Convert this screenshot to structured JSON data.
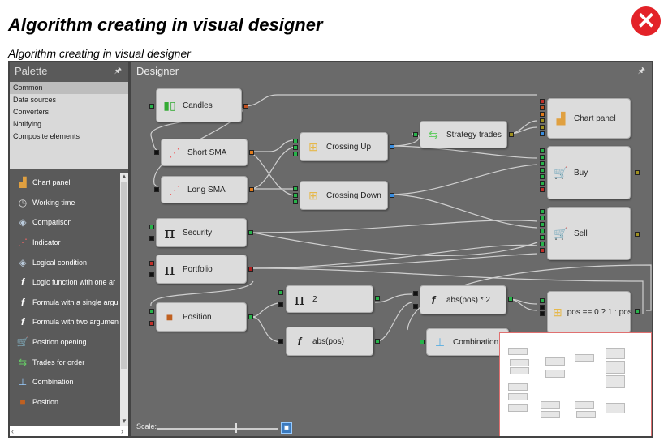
{
  "modal": {
    "title": "Algorithm creating in visual designer",
    "subtitle": "Algorithm creating in visual designer",
    "close_symbol": "✕"
  },
  "palette": {
    "title": "Palette",
    "pin_symbol": "🖈",
    "categories": [
      "Common",
      "Data sources",
      "Converters",
      "Notifying",
      "Composite elements"
    ],
    "items": [
      {
        "label": "Chart panel",
        "icon": "chart-panel-icon"
      },
      {
        "label": "Working time",
        "icon": "clock-icon"
      },
      {
        "label": "Comparison",
        "icon": "comparison-icon"
      },
      {
        "label": "Indicator",
        "icon": "indicator-icon"
      },
      {
        "label": "Logical condition",
        "icon": "logical-condition-icon"
      },
      {
        "label": "Logic function with one ar",
        "icon": "function-icon"
      },
      {
        "label": "Formula with a single argu",
        "icon": "function-icon"
      },
      {
        "label": "Formula with two argumen",
        "icon": "function-icon"
      },
      {
        "label": "Position opening",
        "icon": "cart-icon"
      },
      {
        "label": "Trades for order",
        "icon": "trades-icon"
      },
      {
        "label": "Combination",
        "icon": "combination-icon"
      },
      {
        "label": "Position",
        "icon": "briefcase-icon"
      }
    ]
  },
  "designer": {
    "title": "Designer",
    "pin_symbol": "🖈",
    "nodes": {
      "candles": "Candles",
      "short_sma": "Short SMA",
      "long_sma": "Long SMA",
      "crossing_up": "Crossing Up",
      "crossing_down": "Crossing Down",
      "strategy_trades": "Strategy trades",
      "chart_panel": "Chart panel",
      "buy": "Buy",
      "sell": "Sell",
      "security": "Security",
      "portfolio": "Portfolio",
      "position": "Position",
      "const_2": "2",
      "abs_pos": "abs(pos)",
      "abs_pos_x2": "abs(pos) * 2",
      "combination": "Combination",
      "pos_ternary": "pos == 0 ? 1 : pos"
    },
    "scale_label": "Scale:",
    "scale_value": 0.65
  }
}
